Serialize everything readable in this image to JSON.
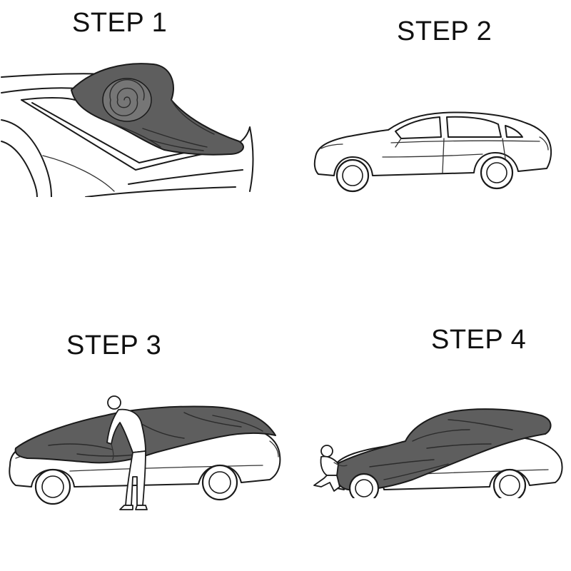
{
  "steps": [
    {
      "label": "STEP 1",
      "illustration": "rolled-cover-on-car-roof-icon"
    },
    {
      "label": "STEP 2",
      "illustration": "uncovered-sedan-icon"
    },
    {
      "label": "STEP 3",
      "illustration": "person-spreading-cover-icon"
    },
    {
      "label": "STEP 4",
      "illustration": "person-securing-cover-icon"
    }
  ],
  "colors": {
    "line": "#1a1a1a",
    "cover": "#5e5e5e",
    "background": "#ffffff"
  }
}
